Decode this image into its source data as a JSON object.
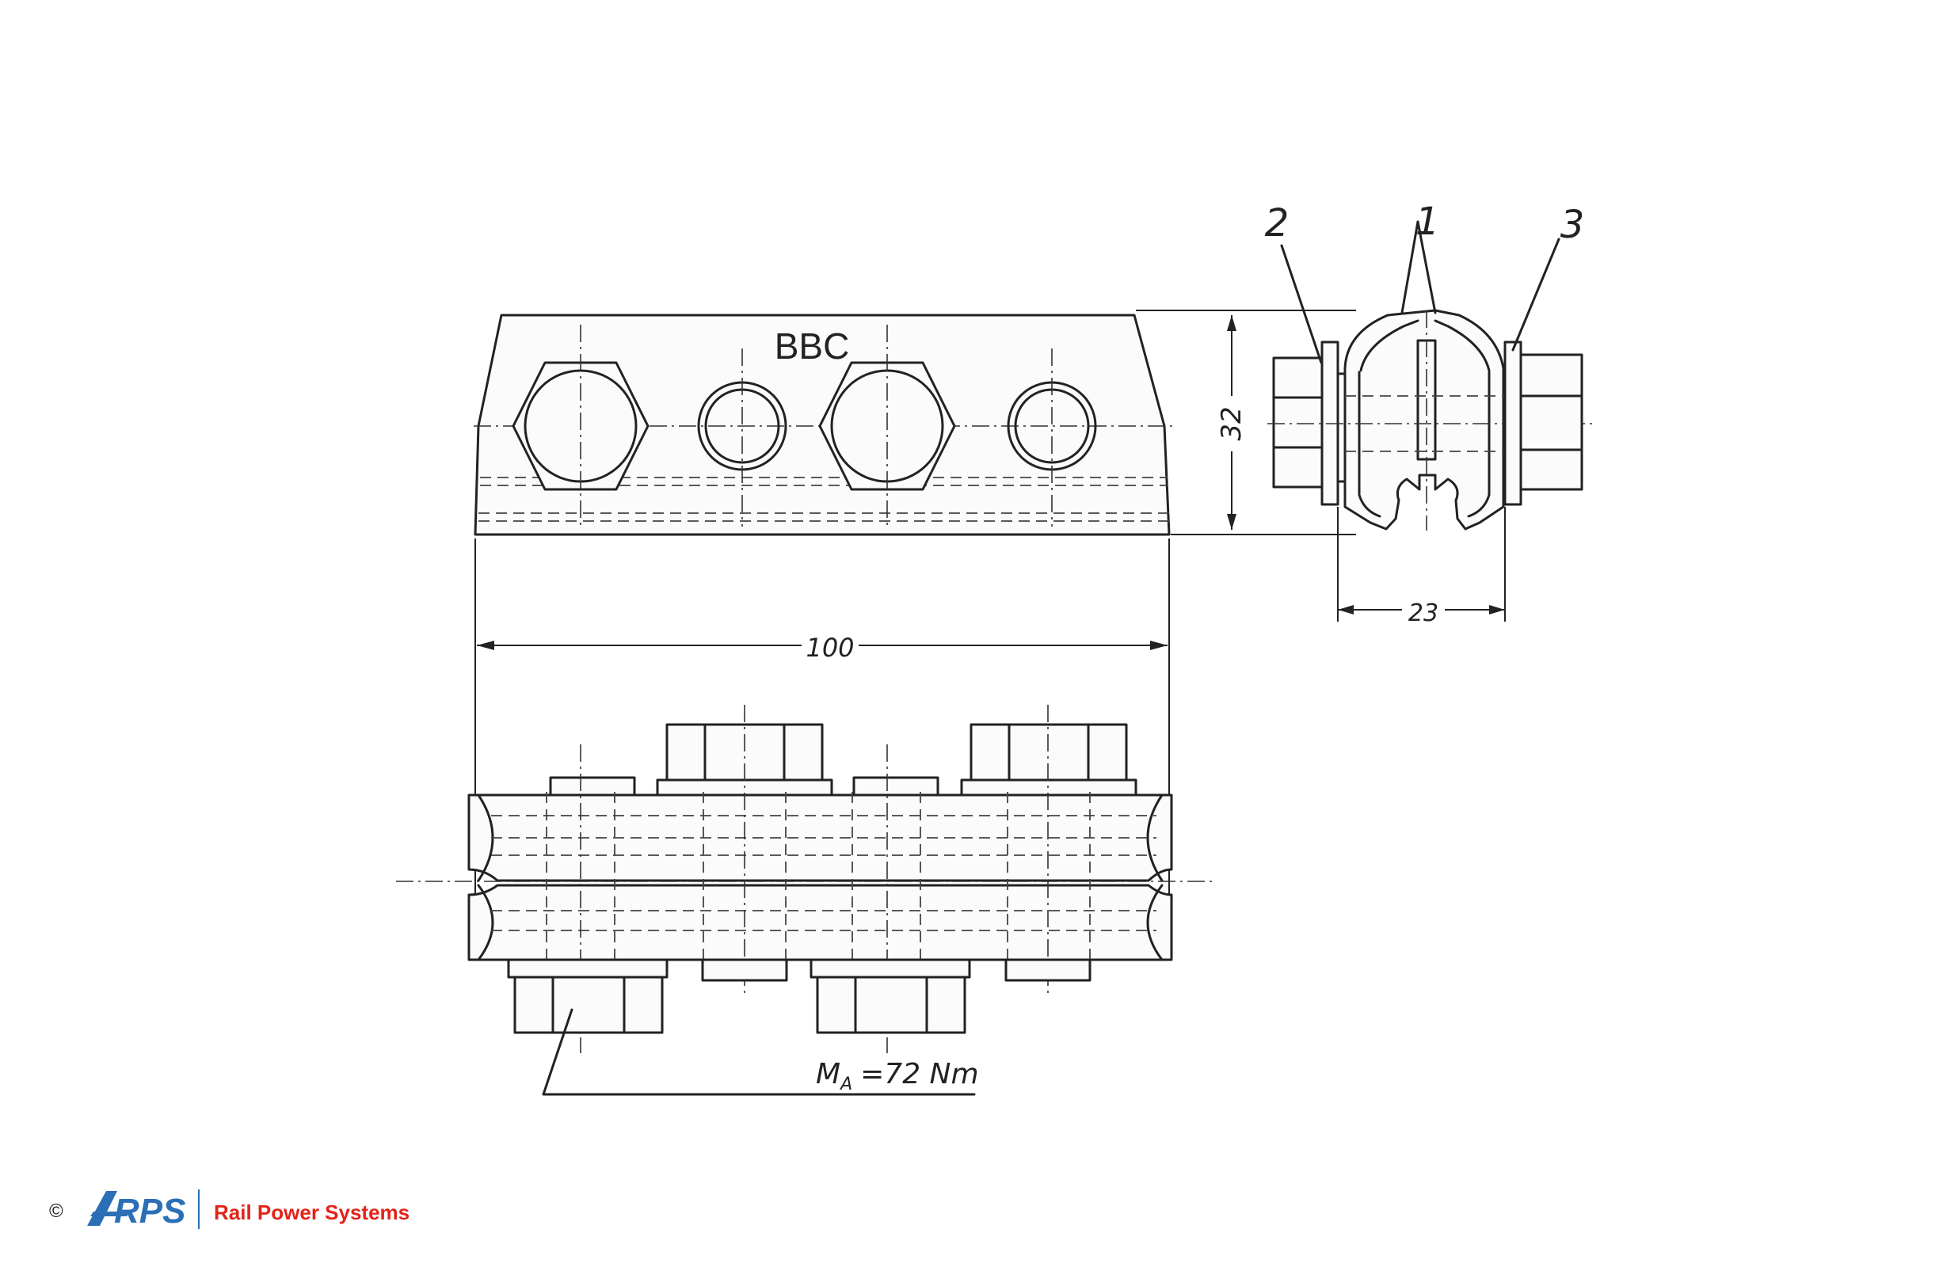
{
  "drawing": {
    "maker_mark": "BBC",
    "dimensions": {
      "height": "32",
      "width": "23",
      "length": "100"
    },
    "part_labels": {
      "p1": "1",
      "p2": "2",
      "p3": "3"
    },
    "torque": {
      "symbol": "M",
      "subscript": "A",
      "value": "=72 Nm"
    }
  },
  "footer": {
    "copyright_symbol": "©",
    "logo_text": "RPS",
    "company_name": "Rail Power Systems",
    "colors": {
      "logo_blue": "#2b6fb6",
      "logo_red": "#e2231a"
    }
  }
}
